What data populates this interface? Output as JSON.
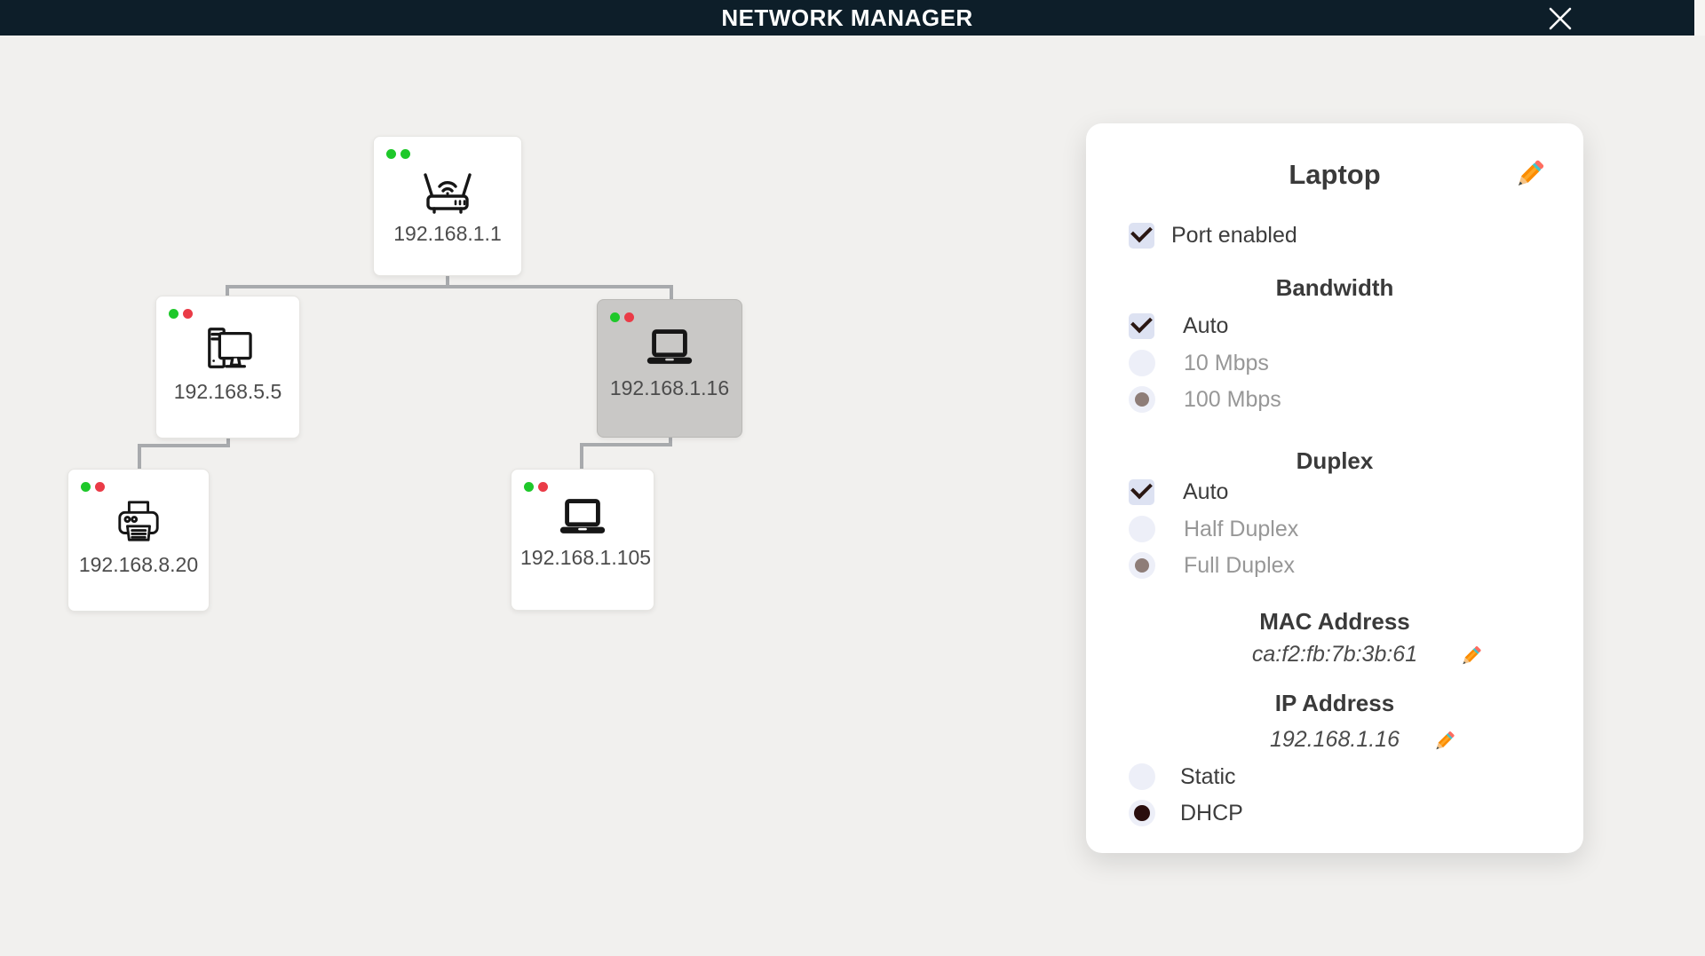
{
  "header": {
    "title": "NETWORK MANAGER",
    "close_icon": "close"
  },
  "tree": {
    "nodes": [
      {
        "ip": "192.168.1.1",
        "type": "router",
        "status": [
          "green",
          "green"
        ],
        "selected": false
      },
      {
        "ip": "192.168.5.5",
        "type": "desktop",
        "status": [
          "green",
          "red"
        ],
        "selected": false
      },
      {
        "ip": "192.168.1.16",
        "type": "laptop",
        "status": [
          "green",
          "red"
        ],
        "selected": true
      },
      {
        "ip": "192.168.8.20",
        "type": "printer",
        "status": [
          "green",
          "red"
        ],
        "selected": false
      },
      {
        "ip": "192.168.1.105",
        "type": "laptop",
        "status": [
          "green",
          "red"
        ],
        "selected": false
      }
    ]
  },
  "panel": {
    "title": "Laptop",
    "port_enabled": {
      "label": "Port enabled",
      "state": "checked"
    },
    "bandwidth": {
      "heading": "Bandwidth",
      "options": [
        {
          "label": "Auto",
          "control": "checkbox",
          "state": "checked",
          "label_state": ""
        },
        {
          "label": "10 Mbps",
          "control": "radio",
          "state": "unselected",
          "label_state": "muted"
        },
        {
          "label": "100 Mbps",
          "control": "radio",
          "state": "selected-muted",
          "label_state": "muted"
        }
      ]
    },
    "duplex": {
      "heading": "Duplex",
      "options": [
        {
          "label": "Auto",
          "control": "checkbox",
          "state": "checked",
          "label_state": ""
        },
        {
          "label": "Half Duplex",
          "control": "radio",
          "state": "unselected",
          "label_state": "muted"
        },
        {
          "label": "Full Duplex",
          "control": "radio",
          "state": "selected-muted",
          "label_state": "muted"
        }
      ]
    },
    "mac": {
      "heading": "MAC Address",
      "value": "ca:f2:fb:7b:3b:61"
    },
    "ip": {
      "heading": "IP Address",
      "value": "192.168.1.16"
    },
    "ip_mode": [
      {
        "label": "Static",
        "state": "unselected",
        "label_state": ""
      },
      {
        "label": "DHCP",
        "state": "selected-dark",
        "label_state": ""
      }
    ]
  },
  "colors": {
    "header_bg": "#0d1e29",
    "background": "#f1f0ee",
    "status_green": "#1ec82a",
    "status_red": "#ea3b47",
    "selected_node_bg": "#c9c8c6",
    "connector": "#a8aaad",
    "checkbox_bg": "#dde2f2"
  }
}
